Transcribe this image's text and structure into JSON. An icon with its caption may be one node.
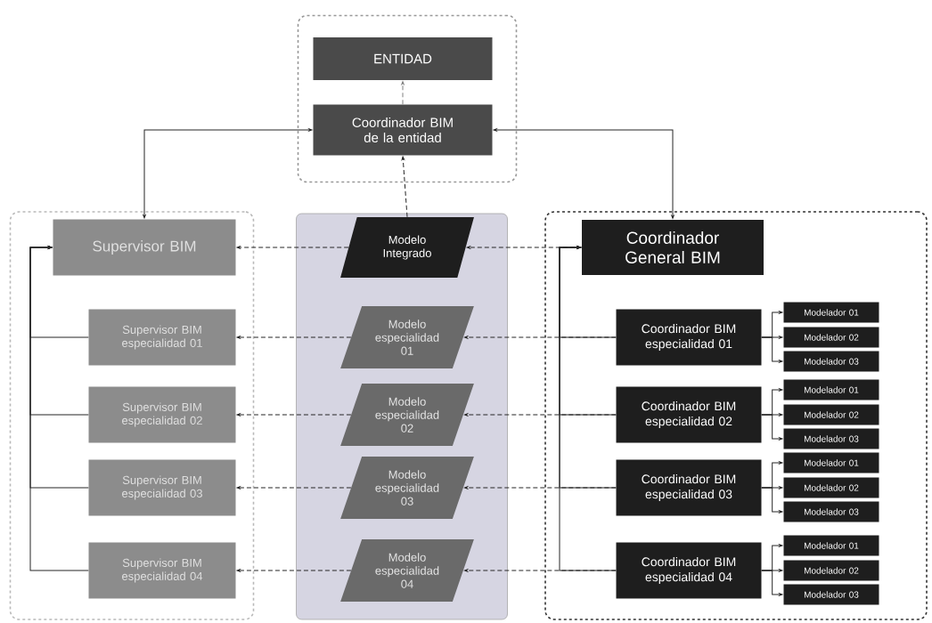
{
  "diagram": {
    "nodes": [
      {
        "text": [],
        "shape": "box"
      },
      {
        "text": [
          "ENTIDAD"
        ],
        "in": 0
      },
      {
        "text": [
          "Coordinador BIM de la entidad"
        ],
        "in": 0
      },
      {
        "text": [],
        "shape": "box"
      },
      {
        "text": [
          "Supervisor BIM"
        ],
        "in": 3
      },
      {
        "text": [
          "Supervisor BIM especialidad 01"
        ],
        "in": 3
      },
      {
        "text": [
          "Supervisor BIM especialidad 02"
        ],
        "in": 3
      },
      {
        "text": [
          "Supervisor BIM especialidad 03"
        ],
        "in": 3
      },
      {
        "text": [
          "Supervisor BIM especialidad 04"
        ],
        "in": 3
      },
      {
        "text": [],
        "shape": "box"
      },
      {
        "text": [
          "Modelo Integrado"
        ],
        "in": 9
      },
      {
        "text": [
          "Modelo especialidad 01"
        ],
        "in": 9
      },
      {
        "text": [
          "Modelo especialidad 02"
        ],
        "in": 9
      },
      {
        "text": [
          "Modelo especialidad 03"
        ],
        "in": 9
      },
      {
        "text": [
          "Modelo especialidad 04"
        ],
        "in": 9
      },
      {
        "text": [],
        "shape": "box"
      },
      {
        "text": [
          "Coordinador General BIM"
        ],
        "in": 15
      },
      {
        "text": [
          "Coordinador BIM especialidad 01"
        ],
        "in": 15
      },
      {
        "text": [
          "Coordinador BIM especialidad 02"
        ],
        "in": 15
      },
      {
        "text": [
          "Coordinador BIM especialidad 03"
        ],
        "in": 15
      },
      {
        "text": [
          "Coordinador BIM especialidad 04"
        ],
        "in": 15
      },
      {
        "text": [
          "Modelador 01"
        ],
        "in": 15
      },
      {
        "text": [
          "Modelador 02"
        ],
        "in": 15
      },
      {
        "text": [
          "Modelador 03"
        ],
        "in": 15
      },
      {
        "text": [
          "Modelador 01"
        ],
        "in": 15
      },
      {
        "text": [
          "Modelador 02"
        ],
        "in": 15
      },
      {
        "text": [
          "Modelador 03"
        ],
        "in": 15
      },
      {
        "text": [
          "Modelador 01"
        ],
        "in": 15
      },
      {
        "text": [
          "Modelador 02"
        ],
        "in": 15
      },
      {
        "text": [
          "Modelador 03"
        ],
        "in": 15
      },
      {
        "text": [
          "Modelador 01"
        ],
        "in": 15
      },
      {
        "text": [
          "Modelador 02"
        ],
        "in": 15
      },
      {
        "text": [
          "Modelador 03"
        ],
        "in": 15
      }
    ],
    "edges": [
      {
        "from": 2,
        "to": 1,
        "arrow": "to",
        "style": "dashed",
        "color": "#808080"
      },
      {
        "from": 10,
        "to": 2,
        "arrow": "to",
        "style": "dashed"
      },
      {
        "from": 2,
        "to": 4,
        "arrow": "both"
      },
      {
        "from": 2,
        "to": 16,
        "arrow": "both"
      },
      {
        "from": 10,
        "to": 4,
        "arrow": "to",
        "style": "dashed"
      },
      {
        "from": 16,
        "to": 10,
        "arrow": "to",
        "style": "dashed"
      },
      {
        "from": 17,
        "to": 11,
        "arrow": "to",
        "style": "dashed"
      },
      {
        "from": 18,
        "to": 12,
        "arrow": "to",
        "style": "dashed"
      },
      {
        "from": 19,
        "to": 13,
        "arrow": "to",
        "style": "dashed"
      },
      {
        "from": 20,
        "to": 14,
        "arrow": "to",
        "style": "dashed"
      },
      {
        "from": 11,
        "to": 5,
        "arrow": "to",
        "style": "dashed"
      },
      {
        "from": 12,
        "to": 6,
        "arrow": "to",
        "style": "dashed"
      },
      {
        "from": 13,
        "to": 7,
        "arrow": "to",
        "style": "dashed"
      },
      {
        "from": 14,
        "to": 8,
        "arrow": "to",
        "style": "dashed"
      },
      {
        "from": 5,
        "to": 4,
        "arrow": "to"
      },
      {
        "from": 6,
        "to": 4,
        "arrow": "to"
      },
      {
        "from": 7,
        "to": 4,
        "arrow": "to"
      },
      {
        "from": 8,
        "to": 4,
        "arrow": "to"
      },
      {
        "from": 17,
        "to": 16,
        "arrow": "to"
      },
      {
        "from": 18,
        "to": 16,
        "arrow": "to"
      },
      {
        "from": 19,
        "to": 16,
        "arrow": "to"
      },
      {
        "from": 20,
        "to": 16,
        "arrow": "to"
      },
      {
        "from": 17,
        "to": 21,
        "arrow": "to"
      },
      {
        "from": 17,
        "to": 22,
        "arrow": "to"
      },
      {
        "from": 17,
        "to": 23,
        "arrow": "to"
      },
      {
        "from": 18,
        "to": 24,
        "arrow": "to"
      },
      {
        "from": 18,
        "to": 25,
        "arrow": "to"
      },
      {
        "from": 18,
        "to": 26,
        "arrow": "to"
      },
      {
        "from": 19,
        "to": 27,
        "arrow": "to"
      },
      {
        "from": 19,
        "to": 28,
        "arrow": "to"
      },
      {
        "from": 19,
        "to": 29,
        "arrow": "to"
      },
      {
        "from": 20,
        "to": 30,
        "arrow": "to"
      },
      {
        "from": 20,
        "to": 31,
        "arrow": "to"
      },
      {
        "from": 20,
        "to": 32,
        "arrow": "to"
      }
    ]
  }
}
